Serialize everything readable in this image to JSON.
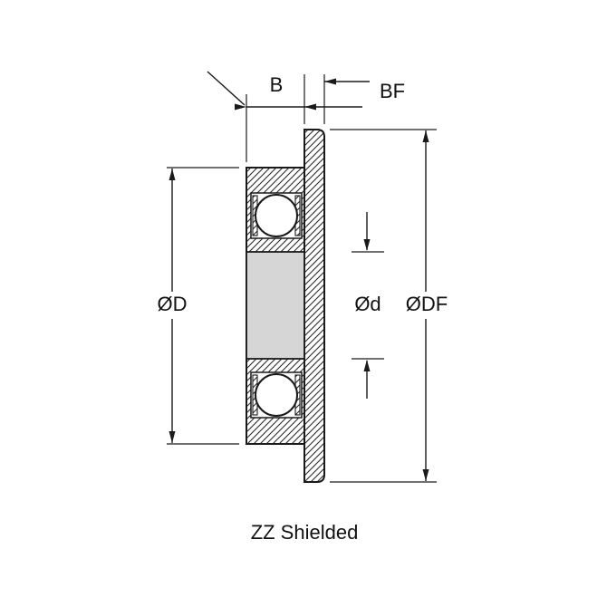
{
  "diagram": {
    "type": "bearing-cross-section",
    "caption": "ZZ Shielded",
    "dimension_labels": {
      "width": "B",
      "flange_width": "BF",
      "outer_diameter": "ØD",
      "bore_diameter": "Ød",
      "flange_diameter": "ØDF"
    },
    "colors": {
      "line": "#1a1a1a",
      "bore_fill": "#d6d6d6",
      "hatch": "#2a2a2a",
      "background": "#ffffff"
    }
  }
}
